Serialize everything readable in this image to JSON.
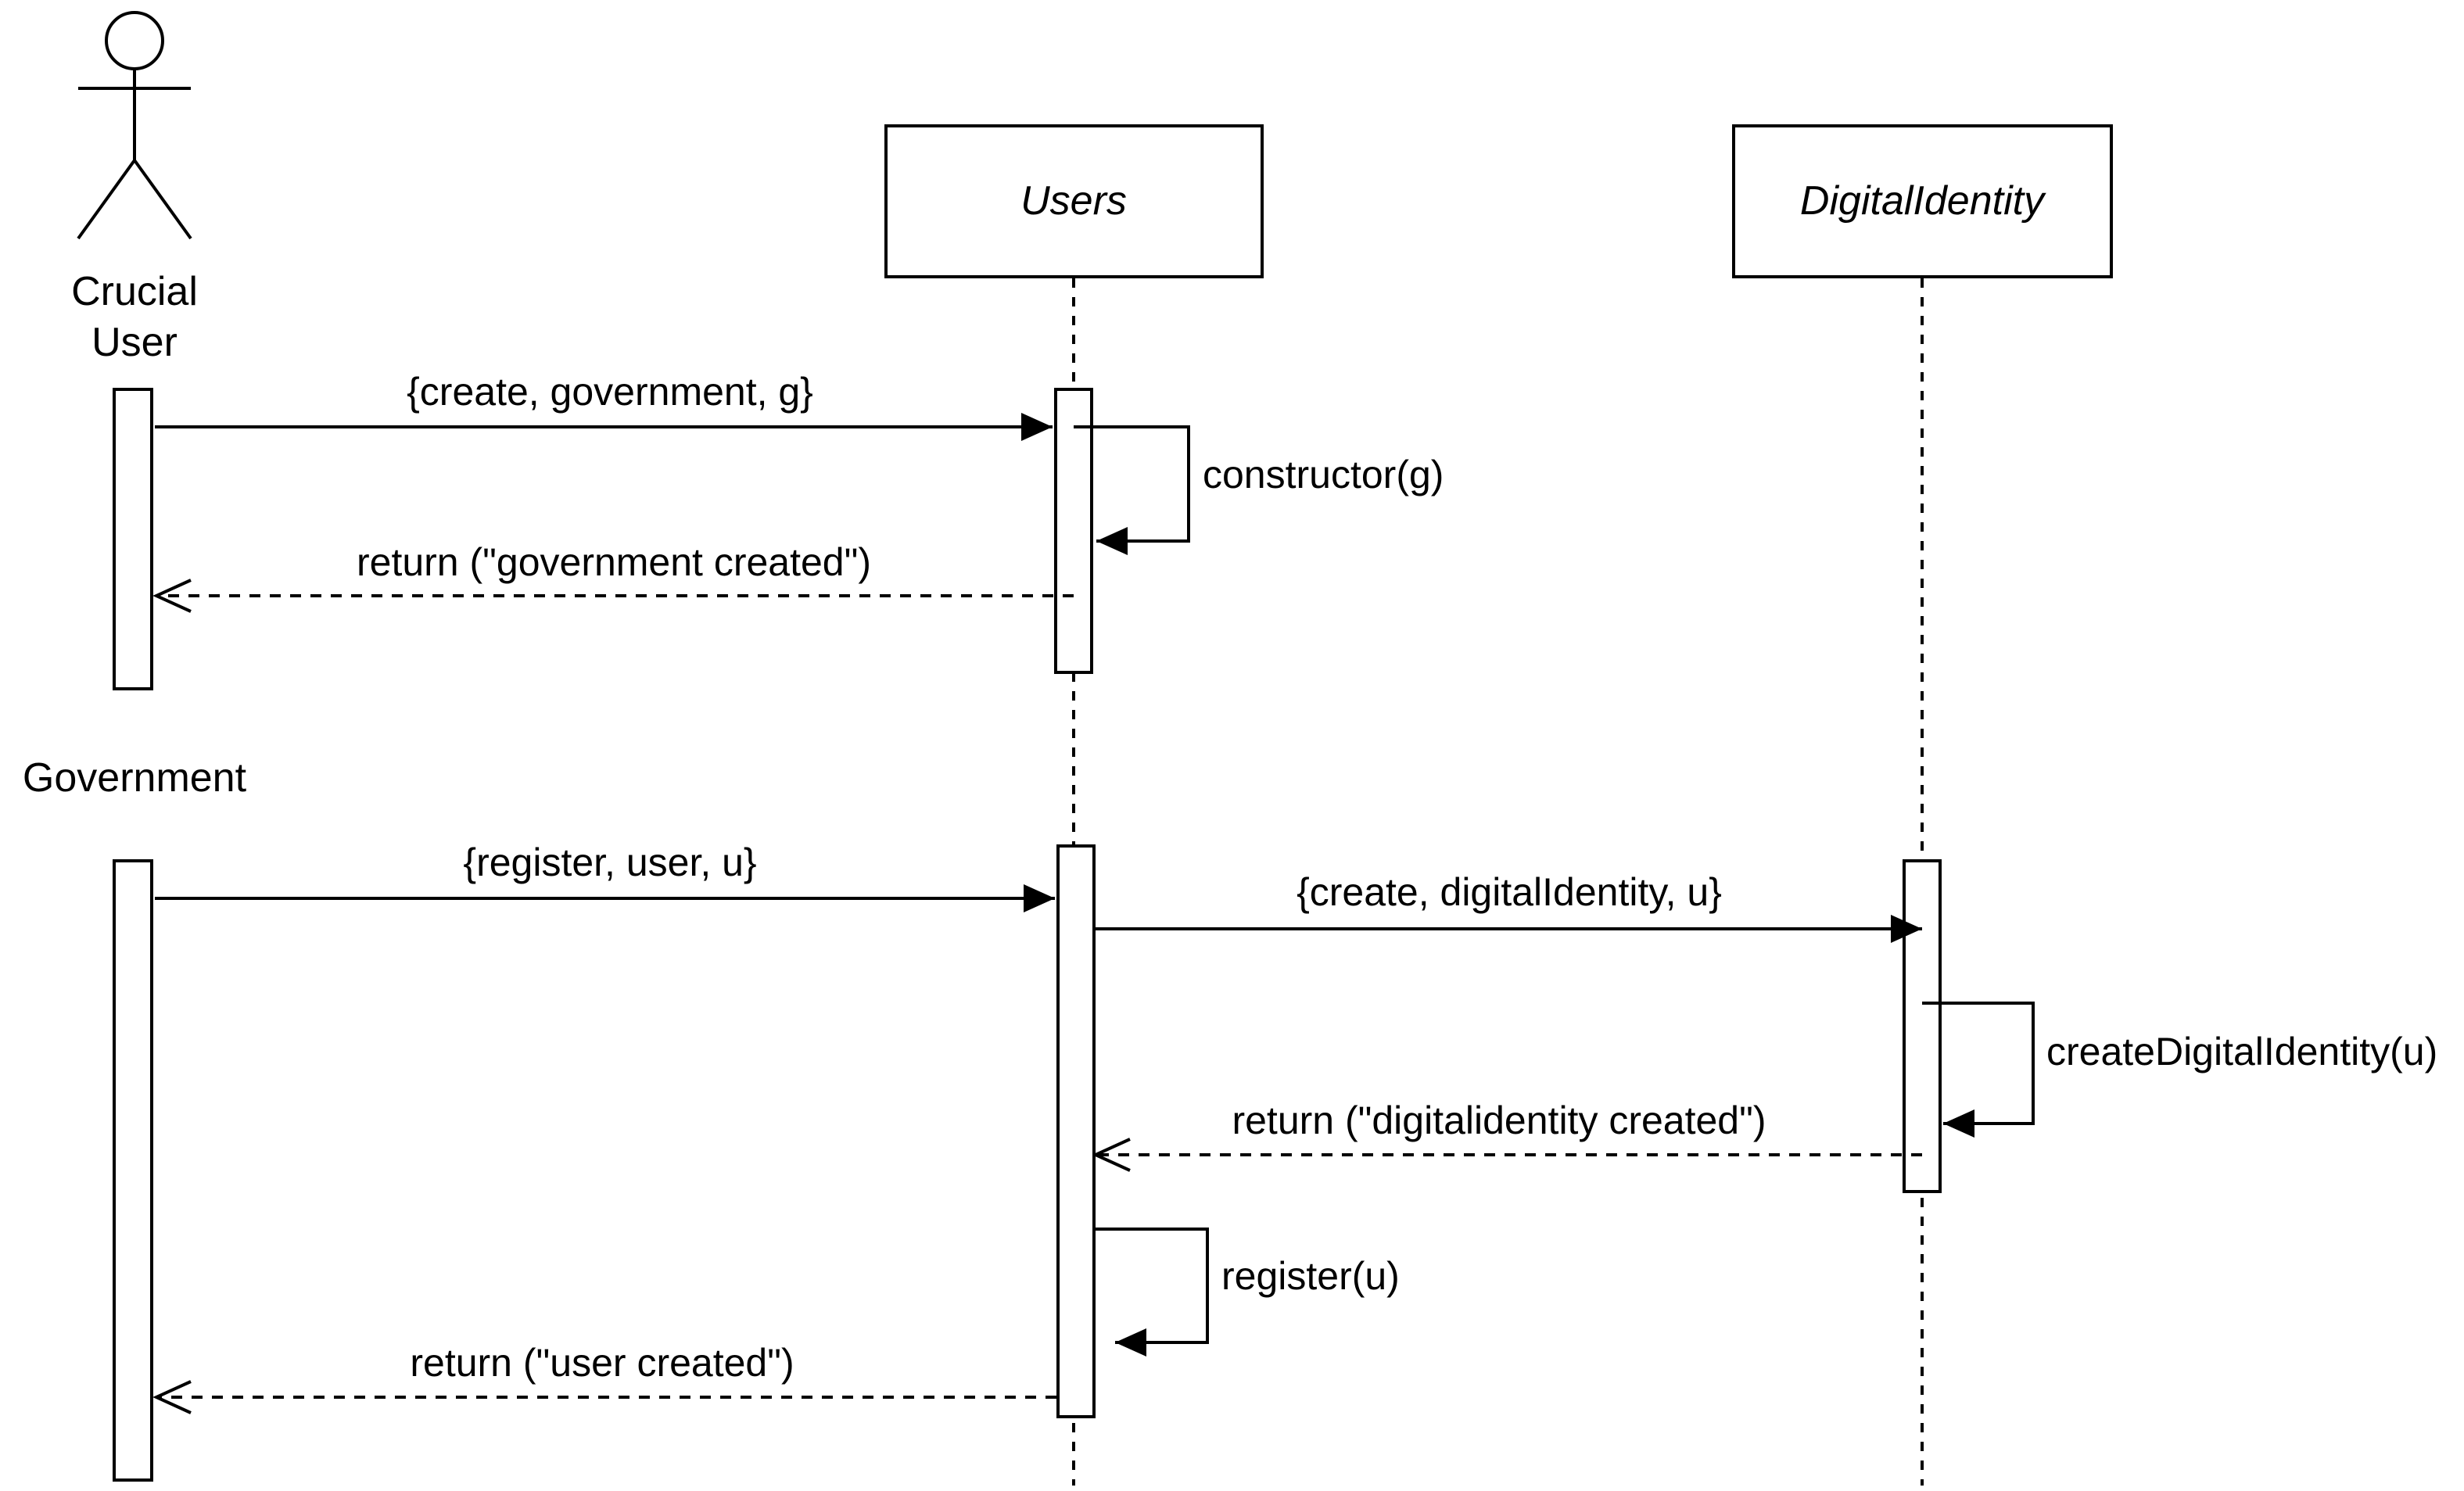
{
  "actors": [
    {
      "id": "crucial",
      "lines": [
        "Crucial",
        "User"
      ]
    },
    {
      "id": "government",
      "lines": [
        "Government"
      ]
    }
  ],
  "objects": [
    {
      "id": "users",
      "name": "Users"
    },
    {
      "id": "digital",
      "name": "DigitalIdentity"
    }
  ],
  "messages": [
    {
      "id": "m1",
      "label": "{create, government, g}",
      "kind": "sync"
    },
    {
      "id": "m2",
      "label": "constructor(g)",
      "kind": "self"
    },
    {
      "id": "m3",
      "label": "return (\"government created\")",
      "kind": "return"
    },
    {
      "id": "m4",
      "label": "{register, user, u}",
      "kind": "sync"
    },
    {
      "id": "m5",
      "label": "{create, digitalIdentity, u}",
      "kind": "sync"
    },
    {
      "id": "m6",
      "label": "createDigitalIdentity(u)",
      "kind": "self"
    },
    {
      "id": "m7",
      "label": "return (\"digitalidentity created\")",
      "kind": "return"
    },
    {
      "id": "m8",
      "label": "register(u)",
      "kind": "self"
    },
    {
      "id": "m9",
      "label": "return (\"user created\")",
      "kind": "return"
    }
  ],
  "colors": {
    "stroke": "#000000",
    "background": "#ffffff"
  }
}
